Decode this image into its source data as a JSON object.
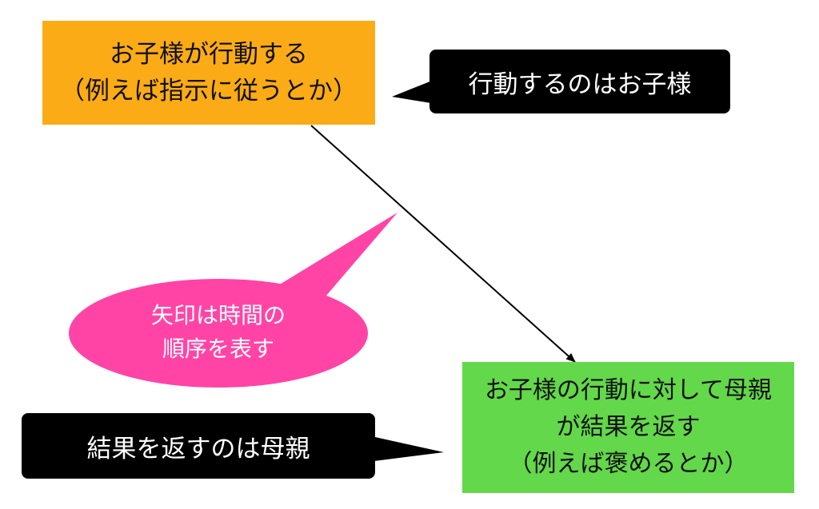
{
  "colors": {
    "child_box": "#fbab15",
    "mother_box": "#63d84a",
    "callout": "#000000",
    "ellipse": "#ff44a6",
    "arrow": "#000000"
  },
  "child_box": {
    "line1": "お子様が行動する",
    "line2": "（例えば指示に従うとか）"
  },
  "mother_box": {
    "line1": "お子様の行動に対して母親",
    "line2": "が結果を返す",
    "line3": "（例えば褒めるとか）"
  },
  "callout_child": {
    "text": "行動するのはお子様"
  },
  "callout_mother": {
    "text": "結果を返すのは母親"
  },
  "ellipse_note": {
    "line1": "矢印は時間の",
    "line2": "順序を表す"
  }
}
